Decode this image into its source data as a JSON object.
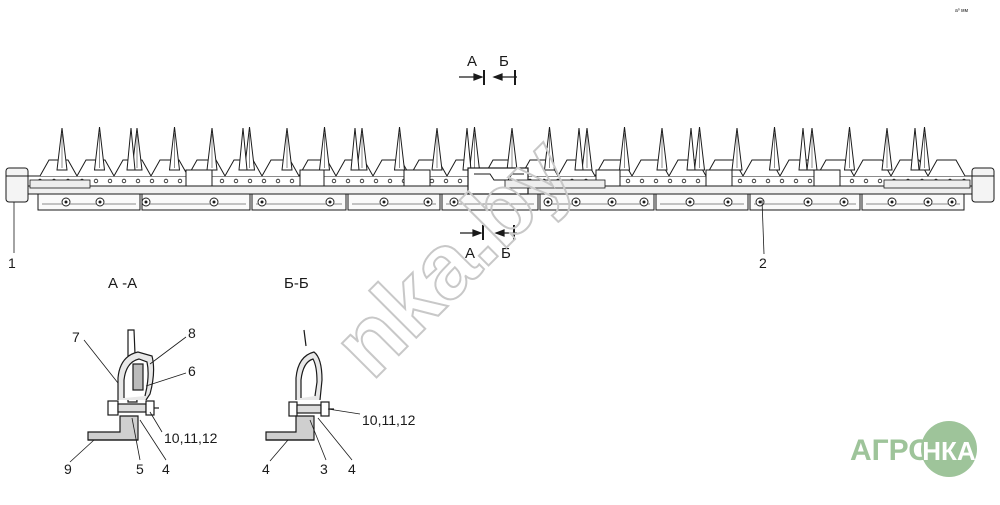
{
  "corner_text": "а⁰ мм",
  "section_marks": {
    "top_a": "А",
    "top_b": "Б",
    "bottom_a": "А",
    "bottom_b": "Б"
  },
  "callouts": {
    "left_end": "1",
    "knife_bar": "2"
  },
  "sections": {
    "aa": {
      "title": "А -А",
      "parts": [
        "7",
        "8",
        "6",
        "10,11,12",
        "9",
        "5",
        "4"
      ]
    },
    "bb": {
      "title": "Б-Б",
      "parts": [
        "10,11,12",
        "4",
        "3",
        "4"
      ]
    }
  },
  "watermark": {
    "diagonal": "nka.by",
    "logo_left": "АГРО",
    "logo_right": "НКА",
    "logo_color": "#9ec49a"
  }
}
